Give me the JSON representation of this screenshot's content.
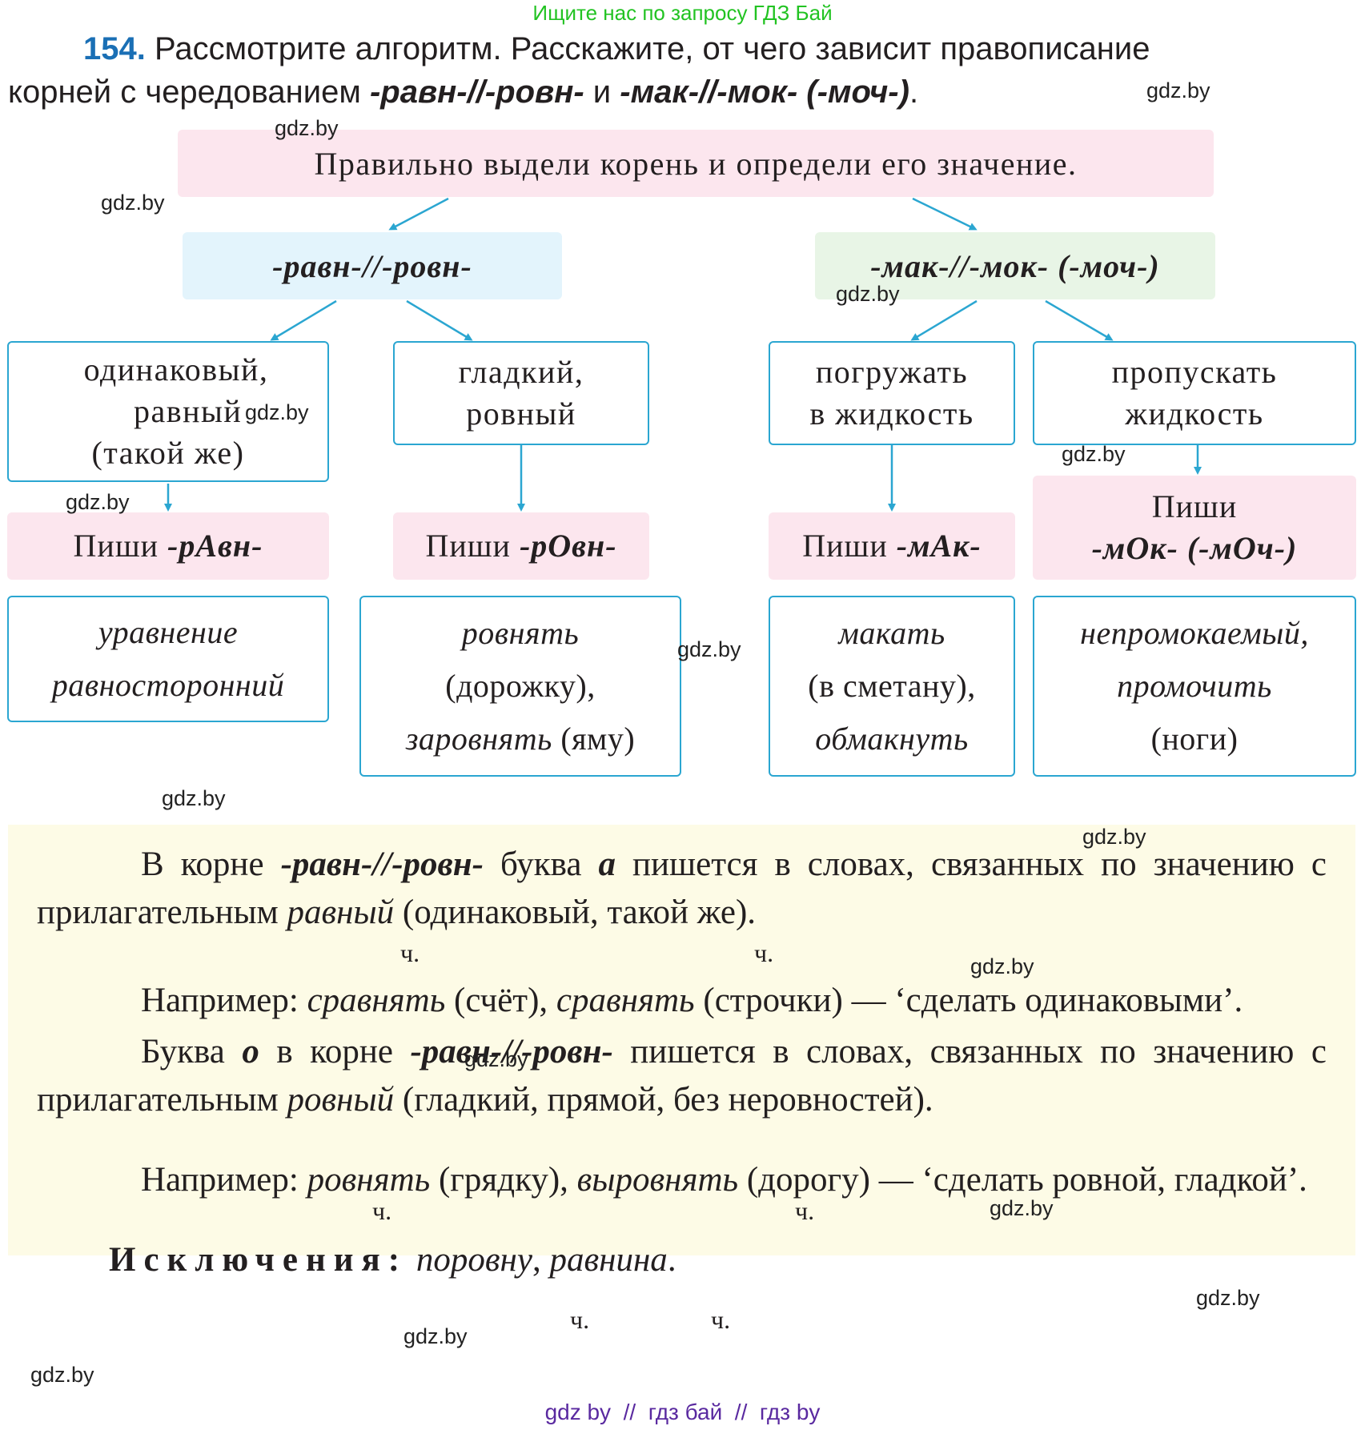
{
  "promo_text": "Ищите нас по запросу ГДЗ Бай",
  "task": {
    "number": "154.",
    "line1": "Рассмотрите алгоритм. Расскажите, от чего зависит правописание",
    "line2_prefix": "корней с чередованием ",
    "root_a": "-равн-//-ровн-",
    "conj": " и ",
    "root_b": "-мак-//-мок- (-моч-)",
    "line2_suffix": "."
  },
  "diagram": {
    "top_instruction": "Правильно выдели корень и определи его значение.",
    "branches": [
      {
        "root_label": "-равн-//-ровн-",
        "meanings": [
          {
            "text_lines": [
              "одинаковый,",
              "равный",
              "(такой же)"
            ],
            "rule": "Пиши ",
            "rule_root": "-рАвн-",
            "examples": [
              "уравнение",
              "равносторонний"
            ]
          },
          {
            "text_lines": [
              "гладкий,",
              "ровный"
            ],
            "rule": "Пиши ",
            "rule_root": "-рОвн-",
            "examples": [
              "ровнять",
              "(дорожку),",
              "заровнять",
              "(яму)"
            ]
          }
        ]
      },
      {
        "root_label": "-мак-//-мок- (-моч-)",
        "meanings": [
          {
            "text_lines": [
              "погружать",
              "в жидкость"
            ],
            "rule": "Пиши ",
            "rule_root": "-мАк-",
            "examples": [
              "макать",
              "(в сметану),",
              "обмакнуть"
            ]
          },
          {
            "text_lines": [
              "пропускать",
              "жидкость"
            ],
            "rule": "Пиши",
            "rule_root": "-мОк- (-мОч-)",
            "examples": [
              "непромокаемый,",
              "промочить",
              "(ноги)"
            ]
          }
        ]
      }
    ]
  },
  "rules": {
    "p1": {
      "a": "В корне ",
      "root": "-равн-//-ровн-",
      "b": " буква ",
      "letter": "а",
      "c": " пишется в словах, связанных по значению с прилагательным ",
      "adj": "равный",
      "d": " (одинаковый, такой же)."
    },
    "ex1": {
      "lead": "Например: ",
      "w1": "сравнять",
      "n1": " (счёт), ",
      "w2": "сравнять",
      "n2": " (строчки) — ‘сделать одинаковыми’.",
      "mark": "ч."
    },
    "p2": {
      "a": "Буква ",
      "letter": "о",
      "b": " в корне ",
      "root": "-равн-//-ровн-",
      "c": " пишется в словах, связанных по значению с прилагательным ",
      "adj": "ровный",
      "d": " (гладкий, прямой, без неровностей)."
    },
    "ex2": {
      "lead": "Например: ",
      "w1": "ровнять",
      "n1": " (грядку), ",
      "w2": "выровнять",
      "n2": " (дорогу) — ‘сделать ровной, гладкой’.",
      "mark": "ч."
    },
    "exceptions": {
      "label": "Исключения:",
      "w1": "поровну",
      "sep": ", ",
      "w2": "равнина",
      "end": ".",
      "mark": "ч."
    }
  },
  "watermark": "gdz.by",
  "footer": "gdz by  //  гдз бай  //  гдз by",
  "colors": {
    "accent_number": "#1a6fb5",
    "promo_green": "#22c322",
    "footer_purple": "#5a2aa0",
    "arrow_blue": "#2ba6d1",
    "pink_box": "#fce6ee",
    "blue_box": "#e3f4fc",
    "green_box": "#e8f5e6",
    "rule_bg": "#fdfbe6"
  }
}
